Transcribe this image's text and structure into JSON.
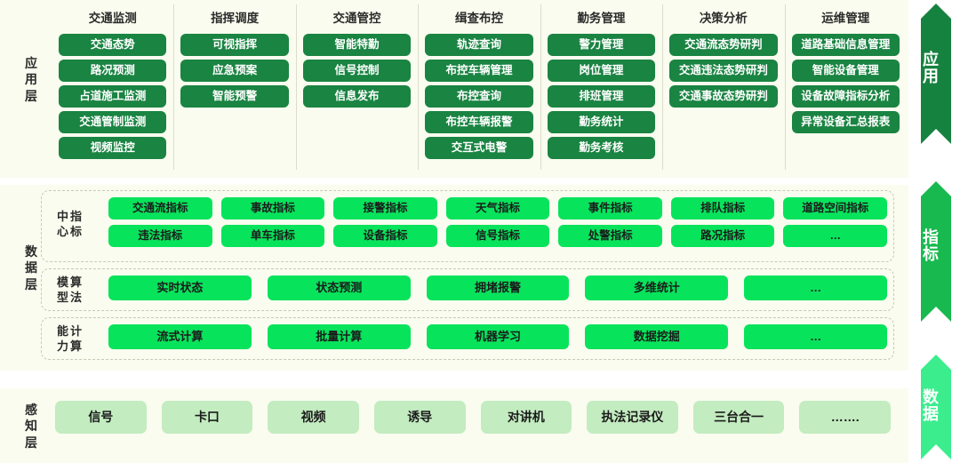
{
  "layers": {
    "application": {
      "caption": [
        "应",
        "用",
        "层"
      ]
    },
    "data": {
      "caption": [
        "数",
        "据",
        "层"
      ]
    },
    "perception": {
      "caption": [
        "感",
        "知",
        "层"
      ]
    }
  },
  "application": {
    "columns": [
      {
        "title": "交通监测",
        "items": [
          "交通态势",
          "路况预测",
          "占道施工监测",
          "交通管制监测",
          "视频监控"
        ]
      },
      {
        "title": "指挥调度",
        "items": [
          "可视指挥",
          "应急预案",
          "智能预警"
        ]
      },
      {
        "title": "交通管控",
        "items": [
          "智能特勤",
          "信号控制",
          "信息发布"
        ]
      },
      {
        "title": "缉查布控",
        "items": [
          "轨迹查询",
          "布控车辆管理",
          "布控查询",
          "布控车辆报警",
          "交互式电警"
        ]
      },
      {
        "title": "勤务管理",
        "items": [
          "警力管理",
          "岗位管理",
          "排班管理",
          "勤务统计",
          "勤务考核"
        ]
      },
      {
        "title": "决策分析",
        "items": [
          "交通流态势研判",
          "交通违法态势研判",
          "交通事故态势研判"
        ]
      },
      {
        "title": "运维管理",
        "items": [
          "道路基础信息管理",
          "智能设备管理",
          "设备故障指标分析",
          "异常设备汇总报表"
        ]
      }
    ]
  },
  "data_layer": {
    "kpi_center": {
      "caption_col1": [
        "中",
        "心"
      ],
      "caption_col2": [
        "指",
        "标"
      ],
      "row1": [
        "交通流指标",
        "事故指标",
        "接警指标",
        "天气指标",
        "事件指标",
        "排队指标",
        "道路空间指标"
      ],
      "row2": [
        "违法指标",
        "单车指标",
        "设备指标",
        "信号指标",
        "处警指标",
        "路况指标",
        "…"
      ]
    },
    "algorithm_model": {
      "caption_col1": [
        "模",
        "型"
      ],
      "caption_col2": [
        "算",
        "法"
      ],
      "items": [
        "实时状态",
        "状态预测",
        "拥堵报警",
        "多维统计",
        "…"
      ]
    },
    "computing_power": {
      "caption_col1": [
        "能",
        "力"
      ],
      "caption_col2": [
        "计",
        "算"
      ],
      "items": [
        "流式计算",
        "批量计算",
        "机器学习",
        "数据挖掘",
        "…"
      ]
    }
  },
  "perception": {
    "items": [
      "信号",
      "卡口",
      "视频",
      "诱导",
      "对讲机",
      "执法记录仪",
      "三台合一",
      "……."
    ]
  },
  "rail": {
    "arrows": [
      {
        "label": [
          "应",
          "用"
        ],
        "color": "#16823f"
      },
      {
        "label": [
          "指",
          "标"
        ],
        "color": "#18b94f"
      },
      {
        "label": [
          "数",
          "据"
        ],
        "color": "#3ced8e"
      }
    ]
  },
  "colors": {
    "panel_bg": "#fafcef",
    "chip_dark": "#1a8442",
    "chip_bright": "#08e35c",
    "chip_pale": "#c3ecc0",
    "divider": "#dcdccb",
    "dashed_border": "#c9c9b6"
  }
}
